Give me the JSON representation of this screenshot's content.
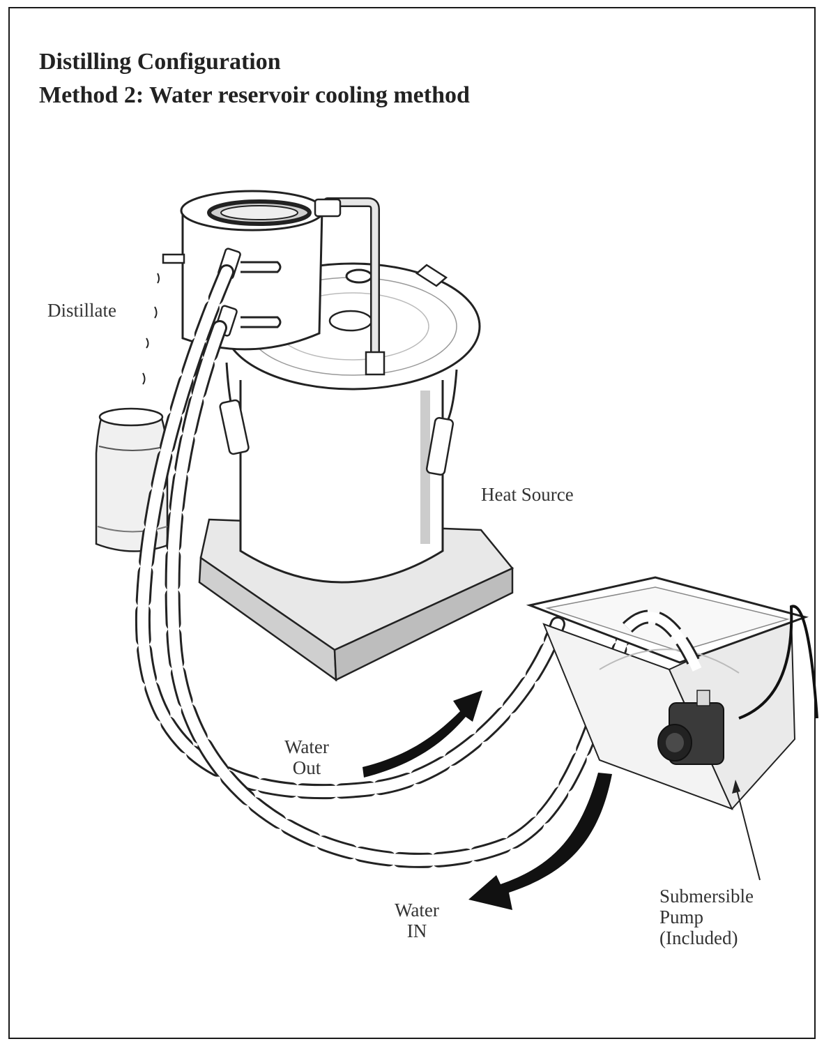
{
  "title": {
    "line1": "Distilling Configuration",
    "line2": "Method 2: Water reservoir cooling method"
  },
  "labels": {
    "distillate": "Distillate",
    "heat_source": "Heat Source",
    "water_out_1": "Water",
    "water_out_2": "Out",
    "water_in_1": "Water",
    "water_in_2": "IN",
    "pump_1": "Submersible",
    "pump_2": "Pump",
    "pump_3": "(Included)"
  },
  "colors": {
    "line": "#222222",
    "fill": "#ffffff",
    "shade": "#e6e6e6",
    "dark": "#2b2b2b"
  }
}
